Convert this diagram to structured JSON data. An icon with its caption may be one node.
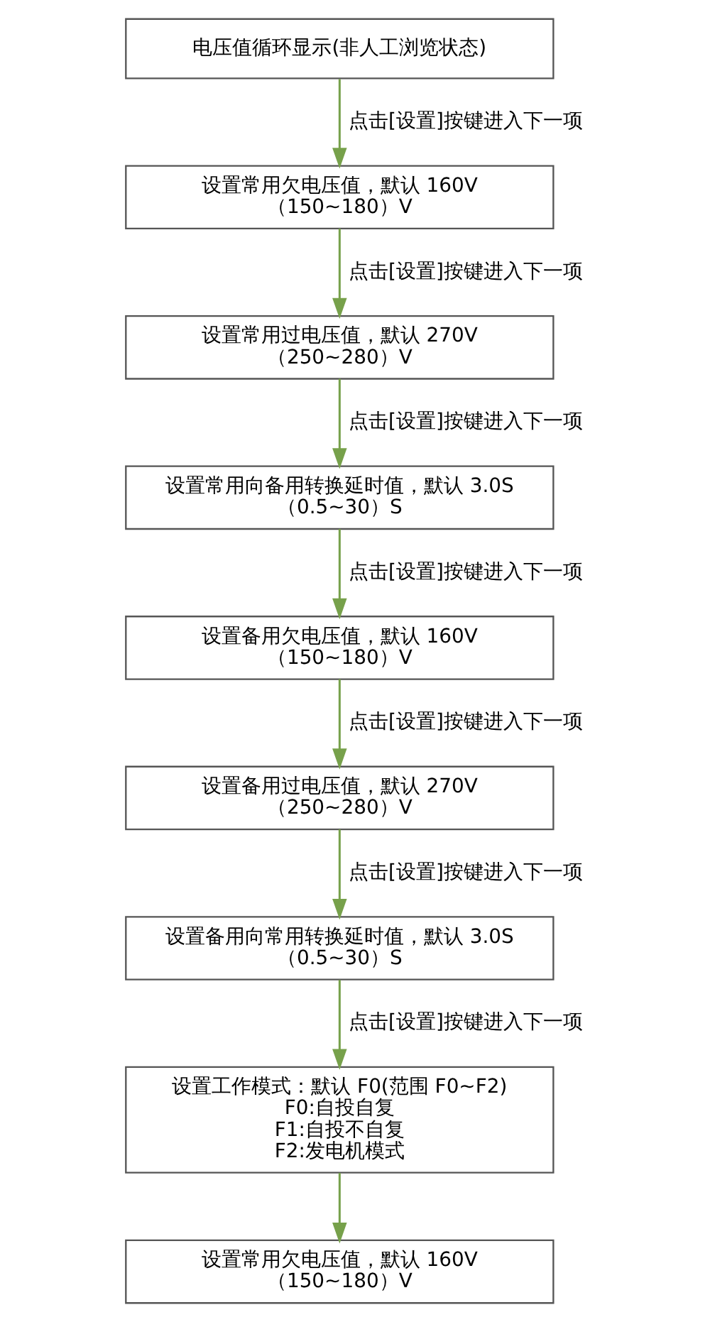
{
  "diagram": {
    "nodes": [
      {
        "text": [
          "电压值循环显示(非人工浏览状态)"
        ]
      },
      {
        "text": [
          "设置常用欠电压值，默认 160V",
          "（150~180）V"
        ]
      },
      {
        "text": [
          "设置常用过电压值，默认 270V",
          "（250~280）V"
        ]
      },
      {
        "text": [
          "设置常用向备用转换延时值，默认 3.0S",
          "（0.5~30）S"
        ]
      },
      {
        "text": [
          "设置备用欠电压值，默认 160V",
          "（150~180）V"
        ]
      },
      {
        "text": [
          "设置备用过电压值，默认 270V",
          "（250~280）V"
        ]
      },
      {
        "text": [
          "设置备用向常用转换延时值，默认 3.0S",
          "（0.5~30）S"
        ]
      },
      {
        "text": [
          "设置工作模式：默认 F0(范围 F0~F2)",
          "F0:自投自复",
          "F1:自投不自复",
          "F2:发电机模式"
        ]
      },
      {
        "text": [
          "设置常用欠电压值，默认 160V",
          "（150~180）V"
        ]
      }
    ],
    "edges": [
      {
        "from": 0,
        "to": 1,
        "arrow": "to",
        "label": "点击[设置]按键进入下一项"
      },
      {
        "from": 1,
        "to": 2,
        "arrow": "to",
        "label": "点击[设置]按键进入下一项"
      },
      {
        "from": 2,
        "to": 3,
        "arrow": "to",
        "label": "点击[设置]按键进入下一项"
      },
      {
        "from": 3,
        "to": 4,
        "arrow": "to",
        "label": "点击[设置]按键进入下一项"
      },
      {
        "from": 4,
        "to": 5,
        "arrow": "to",
        "label": "点击[设置]按键进入下一项"
      },
      {
        "from": 5,
        "to": 6,
        "arrow": "to",
        "label": "点击[设置]按键进入下一项"
      },
      {
        "from": 6,
        "to": 7,
        "arrow": "to",
        "label": "点击[设置]按键进入下一项"
      },
      {
        "from": 7,
        "to": 8,
        "arrow": "to"
      }
    ]
  }
}
